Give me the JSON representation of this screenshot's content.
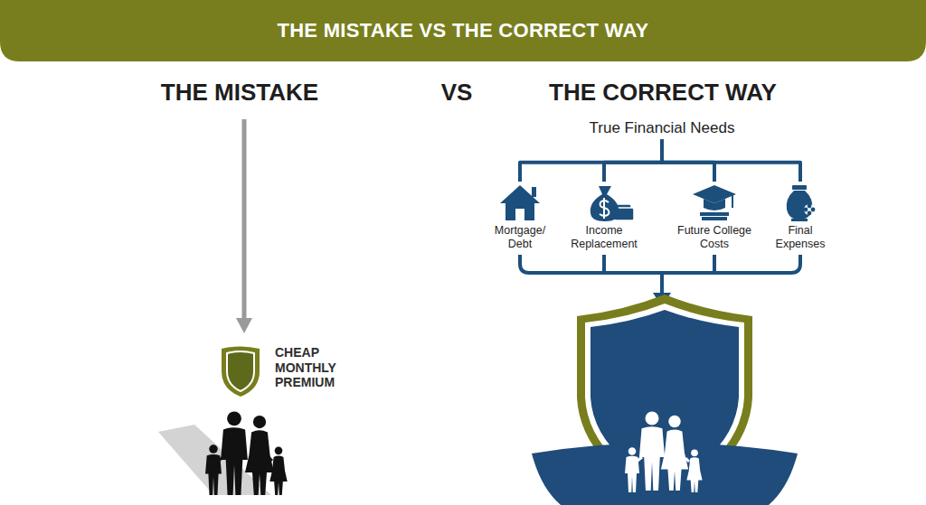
{
  "diagram": {
    "title": "THE MISTAKE VS THE CORRECT WAY",
    "nodes": [
      {
        "text": [
          "CHEAP MONTHLY PREMIUM"
        ]
      },
      {
        "text": [
          "True Financial Needs"
        ]
      },
      {
        "text": [
          "Mortgage/ Debt"
        ]
      },
      {
        "text": [
          "Income Replacement"
        ]
      },
      {
        "text": [
          "Future College Costs"
        ]
      },
      {
        "text": [
          "Final Expenses"
        ]
      }
    ],
    "edges": [
      {
        "from": 1,
        "to": 2,
        "arrow": "none"
      },
      {
        "from": 1,
        "to": 3,
        "arrow": "none"
      },
      {
        "from": 1,
        "to": 4,
        "arrow": "none"
      },
      {
        "from": 1,
        "to": 5,
        "arrow": "none"
      }
    ],
    "labels": [
      "THE MISTAKE",
      "VS",
      "THE CORRECT WAY"
    ]
  }
}
